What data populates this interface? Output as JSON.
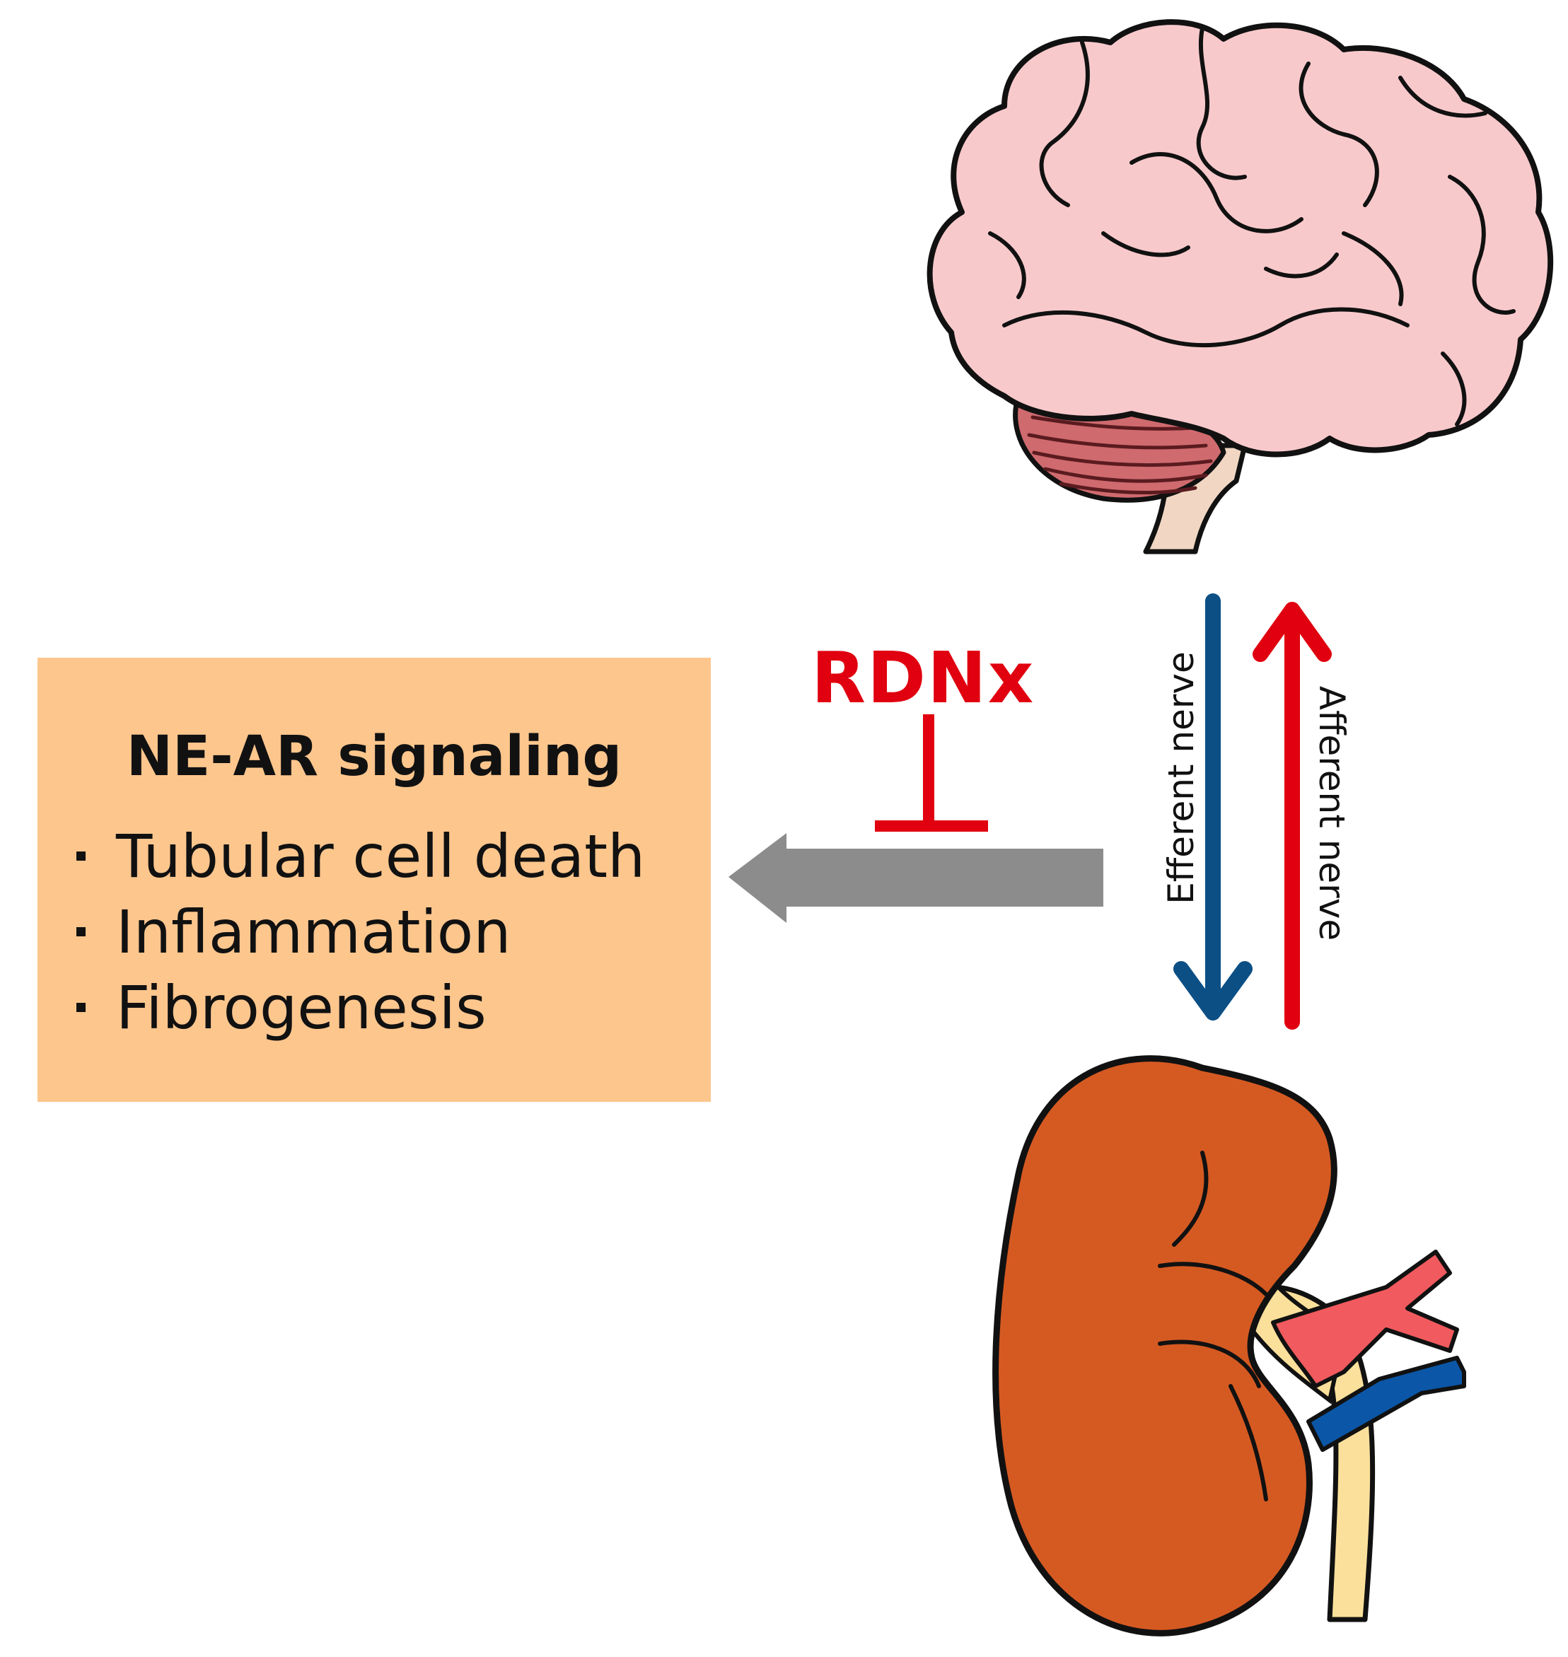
{
  "box": {
    "title": "NE-AR signaling",
    "items": [
      "Tubular cell death",
      "Inflammation",
      "Fibrogenesis"
    ]
  },
  "inhibitor_label": "RDNx",
  "efferent_label": "Efferent nerve",
  "afferent_label": "Afferent nerve",
  "colors": {
    "box_fill": "#fdc68d",
    "efferent_arrow": "#0b4f85",
    "afferent_arrow": "#e0000f",
    "signal_arrow": "#8c8c8c",
    "inhibitor": "#e0000f",
    "brain": "#f8c9cb",
    "cerebellum": "#d2686e",
    "kidney": "#d55a22"
  },
  "icons": [
    "brain-icon",
    "kidney-icon"
  ]
}
